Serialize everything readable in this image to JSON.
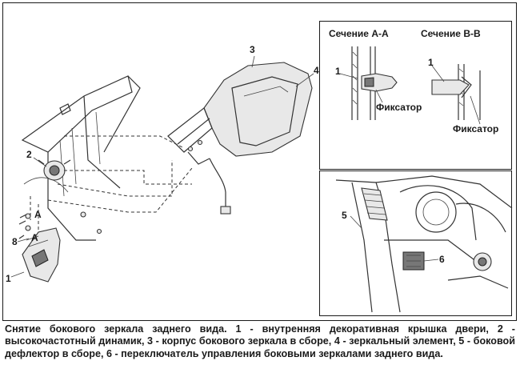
{
  "section_titles": {
    "a": "Сечение А-А",
    "b": "Сечение В-В"
  },
  "callouts": {
    "n1_main": "1",
    "n2": "2",
    "n3": "3",
    "n4": "4",
    "n5": "5",
    "n6": "6",
    "n8": "8",
    "a_upper": "А",
    "a_lower": "А",
    "n1_sec_a": "1",
    "n1_sec_b": "1",
    "fix_a": "Фиксатор",
    "fix_b": "Фиксатор"
  },
  "caption": "Снятие бокового зеркала заднего вида. 1 - внутренняя декоративная крышка двери, 2 - высокочастотный динамик, 3 - корпус бокового зеркала в сборе, 4 - зеркальный элемент, 5 - боковой дефлектор в сборе, 6 - переключатель управления боковыми зеркалами заднего вида."
}
